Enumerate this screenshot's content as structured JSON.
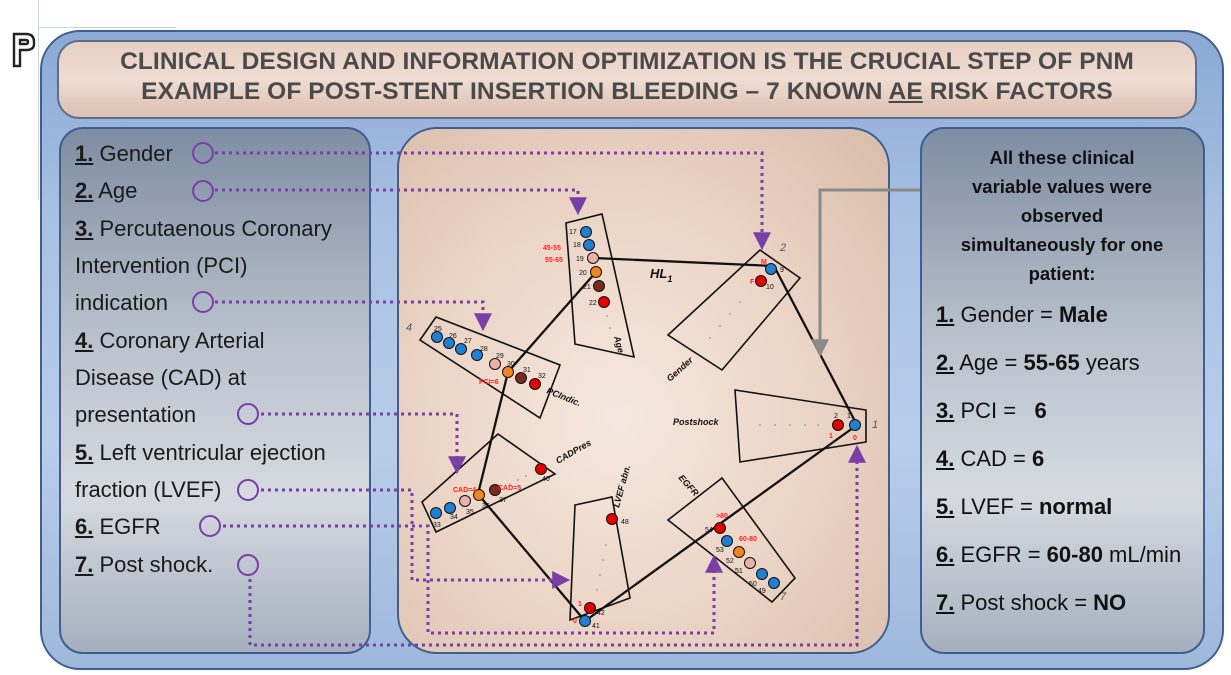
{
  "title": {
    "line1": "CLINICAL DESIGN AND INFORMATION OPTIMIZATION IS THE CRUCIAL STEP OF PNM",
    "line2_pre": "EXAMPLE OF POST-STENT INSERTION BLEEDING – 7 KNOWN ",
    "line2_ae": "AE",
    "line2_post": " RISK FACTORS"
  },
  "left_items": [
    {
      "num": "1.",
      "text": " Gender"
    },
    {
      "num": "2.",
      "text": " Age"
    },
    {
      "num": "3.",
      "text": " Percutaenous Coronary"
    },
    {
      "num": "",
      "text": "Intervention (PCI)"
    },
    {
      "num": "",
      "text": "indication"
    },
    {
      "num": "4.",
      "text": " Coronary Arterial"
    },
    {
      "num": "",
      "text": "Disease (CAD) at"
    },
    {
      "num": "",
      "text": "presentation"
    },
    {
      "num": "5.",
      "text": " Left ventricular ejection"
    },
    {
      "num": "",
      "text": "fraction (LVEF)"
    },
    {
      "num": "6.",
      "text": " EGFR"
    },
    {
      "num": "7.",
      "text": " Post shock."
    }
  ],
  "right_panel": {
    "heading": [
      "All these clinical",
      "variable values were",
      "observed",
      "simultaneously for one",
      "patient:"
    ],
    "items": [
      {
        "num": "1.",
        "label": " Gender = ",
        "value": "Male",
        "suffix": ""
      },
      {
        "num": "2.",
        "label": " Age = ",
        "value": "55-65",
        "suffix": " years"
      },
      {
        "num": "3.",
        "label": " PCI =   ",
        "value": "6",
        "suffix": ""
      },
      {
        "num": "4.",
        "label": " CAD = ",
        "value": "6",
        "suffix": ""
      },
      {
        "num": "5.",
        "label": " LVEF = ",
        "value": "normal",
        "suffix": ""
      },
      {
        "num": "6.",
        "label": " EGFR = ",
        "value": "60-80",
        "suffix": " mL/min"
      },
      {
        "num": "7.",
        "label": " Post shock = ",
        "value": "NO",
        "suffix": ""
      }
    ]
  },
  "network": {
    "hyperlink_label": "HL",
    "hyperlink_sub": "1",
    "blocks": {
      "age": {
        "title": "Age",
        "node_numbers": [
          "17",
          "18",
          "19",
          "20",
          "21",
          "22"
        ],
        "range_labels": [
          "45-55",
          "55-65"
        ]
      },
      "gender": {
        "title": "Gender",
        "corner_number": "2",
        "node_numbers": [
          "9",
          "10"
        ],
        "value_labels": [
          "M",
          "F"
        ]
      },
      "pci": {
        "title": "PCIndic.",
        "corner_number": "4",
        "node_numbers": [
          "25",
          "26",
          "27",
          "28",
          "29",
          "30",
          "31",
          "32"
        ],
        "value_label": "PCI=6"
      },
      "postshock": {
        "title": "Postshock",
        "corner_number": "1",
        "node_numbers": [
          "2",
          "1"
        ],
        "value_labels": [
          "1",
          "0"
        ]
      },
      "cad": {
        "title": "CADPres",
        "node_numbers": [
          "33",
          "34",
          "35",
          "36",
          "37",
          "40"
        ],
        "value_labels": [
          "CAD=4",
          "CAD=5"
        ]
      },
      "lvef": {
        "title": "LVEF abn.",
        "node_numbers": [
          "48",
          "42",
          "41"
        ],
        "value_labels": [
          "1",
          "0"
        ]
      },
      "egfr": {
        "title": "EGFR",
        "corner_number": "7",
        "node_numbers": [
          "54",
          "53",
          "52",
          "51",
          "50",
          "49"
        ],
        "value_labels": [
          ">80",
          "60-80"
        ]
      }
    }
  },
  "colors": {
    "node_blue": "#1f7fd1",
    "node_red": "#e00000",
    "node_orange": "#f0841f",
    "node_pink": "#e9b0a8",
    "node_brown": "#7a2a22",
    "link_purple": "#7a3fa6",
    "arrow_gray": "#8a8a8a",
    "label_red": "#ff2020"
  }
}
